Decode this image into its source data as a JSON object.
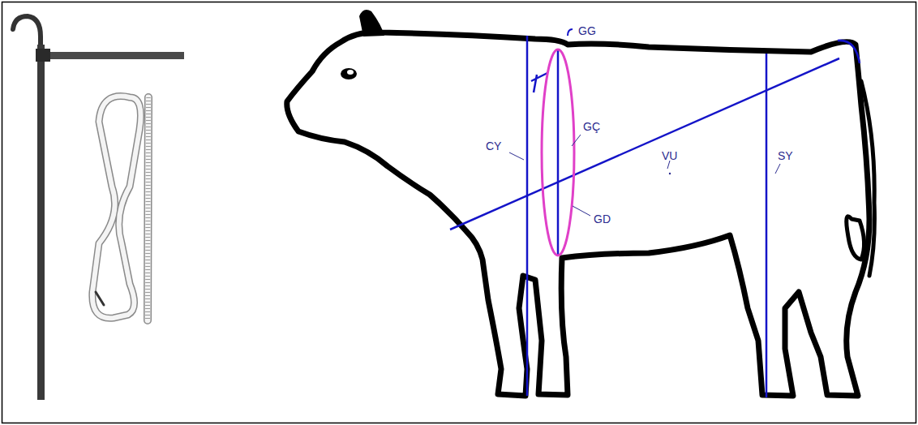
{
  "diagram": {
    "labels": [
      "GG",
      "GÇ",
      "CY",
      "VU",
      "GD",
      "SY"
    ]
  }
}
